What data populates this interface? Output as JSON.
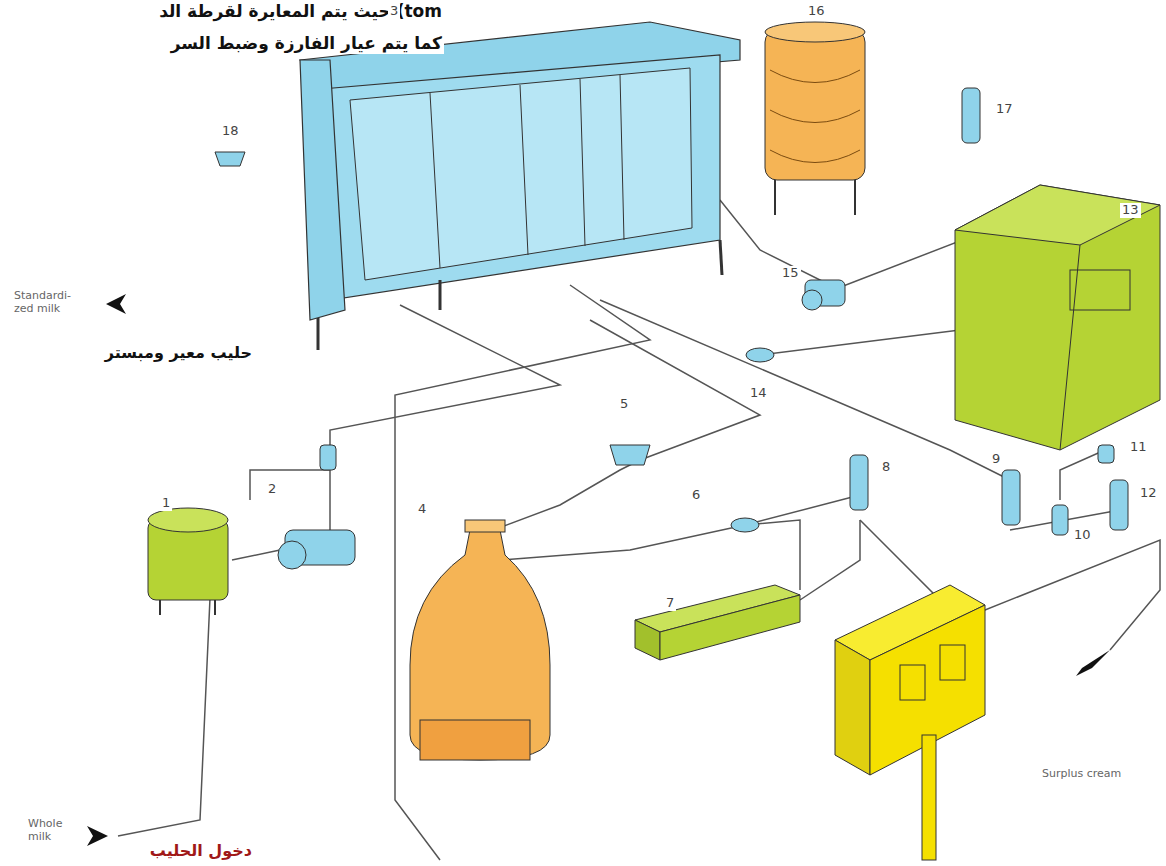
{
  "diagram": {
    "labels": [
      "tom) حيث يتم المعايرة لقرطة الد",
      "كما يتم عيار الفارزة وضبط السر",
      "3",
      "16",
      "17",
      "18",
      "13",
      "15",
      "14",
      "Standardi- zed milk",
      "حليب معير ومبستر",
      "1",
      "2",
      "5",
      "6",
      "4",
      "7",
      "8",
      "9",
      "10",
      "11",
      "12",
      "Surplus cream",
      "Whole milk",
      "دخول الحليب"
    ]
  }
}
